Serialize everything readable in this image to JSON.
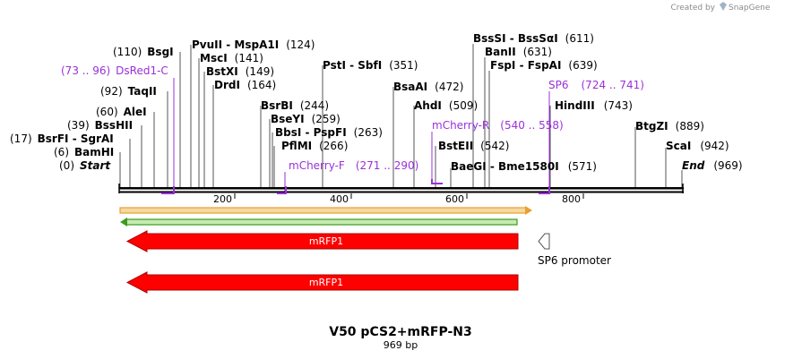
{
  "credit": {
    "prefix": "Created by",
    "brand": "SnapGene"
  },
  "title": "V50 pCS2+mRFP-N3",
  "subtitle": "969 bp",
  "sequence": {
    "length": 969,
    "ticks": [
      200,
      400,
      600,
      800
    ]
  },
  "sites": [
    {
      "name": "Start",
      "pos": "(0)",
      "type": "end"
    },
    {
      "name": "BamHI",
      "pos": "(6)"
    },
    {
      "name": "BsrFI - SgrAI",
      "pos": "(17)"
    },
    {
      "name": "BssHII",
      "pos": "(39)"
    },
    {
      "name": "AleI",
      "pos": "(60)"
    },
    {
      "name": "TaqII",
      "pos": "(92)"
    },
    {
      "name": "BsgI",
      "pos": "(110)"
    },
    {
      "name": "PvuII - MspA1I",
      "pos": "(124)"
    },
    {
      "name": "MscI",
      "pos": "(141)"
    },
    {
      "name": "BstXI",
      "pos": "(149)"
    },
    {
      "name": "DrdI",
      "pos": "(164)"
    },
    {
      "name": "BsrBI",
      "pos": "(244)"
    },
    {
      "name": "BseYI",
      "pos": "(259)"
    },
    {
      "name": "BbsI - PspFI",
      "pos": "(263)"
    },
    {
      "name": "PflMI",
      "pos": "(266)"
    },
    {
      "name": "PstI - SbfI",
      "pos": "(351)"
    },
    {
      "name": "BsaAI",
      "pos": "(472)"
    },
    {
      "name": "AhdI",
      "pos": "(509)"
    },
    {
      "name": "BstEII",
      "pos": "(542)"
    },
    {
      "name": "BaeGI - Bme1580I",
      "pos": "(571)"
    },
    {
      "name": "BssSI - BssSαI",
      "pos": "(611)"
    },
    {
      "name": "BanII",
      "pos": "(631)"
    },
    {
      "name": "FspI - FspAI",
      "pos": "(639)"
    },
    {
      "name": "HindIII",
      "pos": "(743)"
    },
    {
      "name": "BtgZI",
      "pos": "(889)"
    },
    {
      "name": "ScaI",
      "pos": "(942)"
    },
    {
      "name": "End",
      "pos": "(969)",
      "type": "end"
    }
  ],
  "primers": [
    {
      "name": "DsRed1-C",
      "range": "(73 .. 96)"
    },
    {
      "name": "mCherry-F",
      "range": "(271 .. 290)"
    },
    {
      "name": "mCherry-R",
      "range": "(540 .. 558)"
    },
    {
      "name": "SP6",
      "range": "(724 .. 741)"
    }
  ],
  "features": [
    {
      "name": "mRFP1",
      "color": "#ff0000",
      "direction": "reverse"
    },
    {
      "name": "mRFP1",
      "color": "#ff0000",
      "direction": "reverse"
    }
  ],
  "promoter": {
    "name": "SP6 promoter",
    "direction": "reverse"
  },
  "colors": {
    "primer": "#9b30d9",
    "feature": "#ff0000",
    "orf_orange": "#e8a030",
    "orf_green": "#3c9a1e"
  }
}
